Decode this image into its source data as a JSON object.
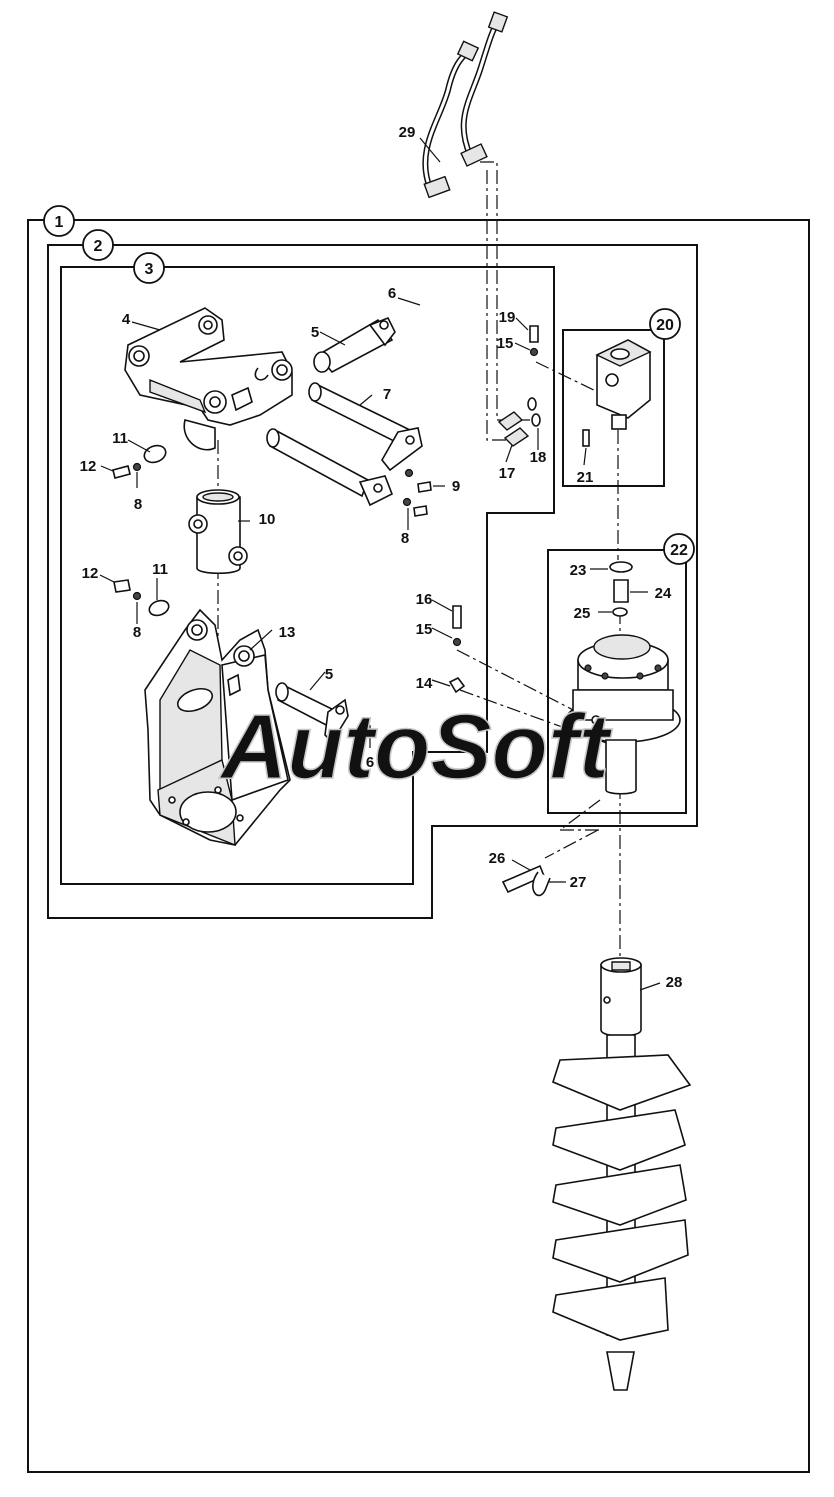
{
  "watermark": "AutoSoft",
  "groups": [
    {
      "id": "group-1",
      "label": "1"
    },
    {
      "id": "group-2",
      "label": "2"
    },
    {
      "id": "group-3",
      "label": "3"
    },
    {
      "id": "group-20",
      "label": "20"
    },
    {
      "id": "group-22",
      "label": "22"
    }
  ],
  "callouts": {
    "p4": "4",
    "p5a": "5",
    "p5b": "5",
    "p6a": "6",
    "p6b": "6",
    "p7": "7",
    "p8a": "8",
    "p8b": "8",
    "p8c": "8",
    "p9": "9",
    "p10": "10",
    "p11a": "11",
    "p11b": "11",
    "p12a": "12",
    "p12b": "12",
    "p13": "13",
    "p14": "14",
    "p15a": "15",
    "p15b": "15",
    "p16": "16",
    "p17": "17",
    "p18": "18",
    "p19": "19",
    "p21": "21",
    "p23": "23",
    "p24": "24",
    "p25": "25",
    "p26": "26",
    "p27": "27",
    "p28": "28",
    "p29": "29"
  },
  "colors": {
    "line": "#111111",
    "shade": "#e6e6e6",
    "watermark": "#c8c8c8"
  }
}
